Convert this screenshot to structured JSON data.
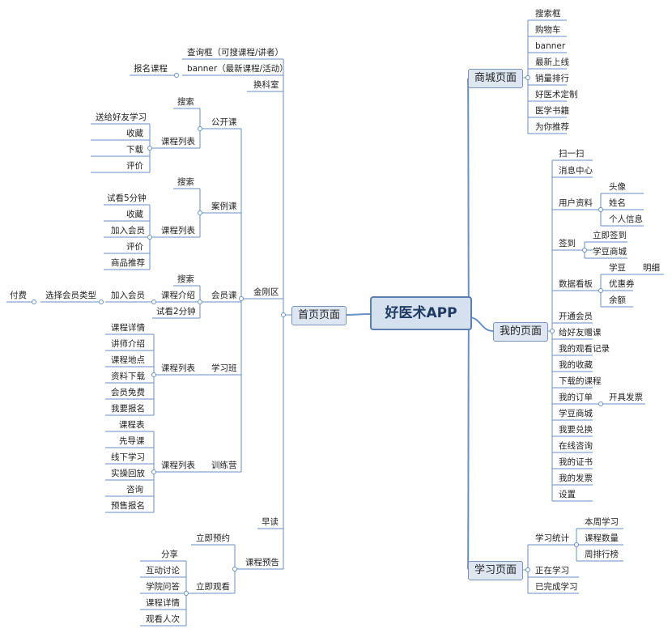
{
  "root": "好医术APP",
  "branches": {
    "mall": {
      "label": "商城页面",
      "items": [
        "搜索框",
        "购物车",
        "banner",
        "最新上线",
        "销量排行",
        "好医术定制",
        "医学书籍",
        "为你推荐"
      ]
    },
    "mine": {
      "label": "我的页面",
      "items": {
        "scan": "扫一扫",
        "messages": "消息中心",
        "profile": "用户资料",
        "profile_children": [
          "头像",
          "姓名",
          "个人信息"
        ],
        "signin": "签到",
        "signin_children": [
          "立即签到",
          "学豆商城"
        ],
        "dashboard": "数据看板",
        "dashboard_bean": "学豆",
        "dashboard_bean_child": "明细",
        "dashboard_coupon": "优惠券",
        "dashboard_balance": "余额",
        "vip": "开通会员",
        "gift": "给好友赠课",
        "history": "我的观看记录",
        "favorites": "我的收藏",
        "downloads": "下载的课程",
        "orders": "我的订单",
        "orders_child": "开具发票",
        "bean_mall": "学豆商城",
        "redeem": "我要兑换",
        "consult": "在线咨询",
        "certificates": "我的证书",
        "invoices": "我的发票",
        "settings": "设置"
      }
    },
    "study": {
      "label": "学习页面",
      "stats": "学习统计",
      "stats_children": [
        "本周学习",
        "课程数量",
        "周排行榜"
      ],
      "learning": "正在学习",
      "finished": "已完成学习"
    },
    "home": {
      "label": "首页页面",
      "search_box": "查询框（可搜课程/讲者）",
      "banner": "banner（最新课程/活动）",
      "banner_child": "报名课程",
      "change_room": "换科室",
      "jingang": "金刚区",
      "public": {
        "label": "公开课",
        "search": "搜索",
        "list": "课程列表",
        "list_items": [
          "送给好友学习",
          "收藏",
          "下载",
          "评价"
        ]
      },
      "case": {
        "label": "案例课",
        "search": "搜索",
        "list": "课程列表",
        "list_items": [
          "试看5分钟",
          "收藏",
          "加入会员",
          "评价",
          "商品推荐"
        ]
      },
      "member": {
        "label": "会员课",
        "search": "搜索",
        "intro": "课程介绍",
        "join": "加入会员",
        "choose": "选择会员类型",
        "pay": "付费",
        "trial": "试看2分钟"
      },
      "class": {
        "label": "学习班",
        "list": "课程列表",
        "list_items": [
          "课程详情",
          "讲师介绍",
          "课程地点",
          "资料下载",
          "会员免费",
          "我要报名"
        ]
      },
      "camp": {
        "label": "训练营",
        "list": "课程列表",
        "list_items": [
          "课程表",
          "先导课",
          "线下学习",
          "实操回放",
          "咨询",
          "预售报名"
        ]
      },
      "morning": "早读",
      "preview": {
        "label": "课程预告",
        "book": "立即预约",
        "watch": "立即观看",
        "watch_items": [
          "分享",
          "互动讨论",
          "学院问答",
          "课程详情",
          "观看人次"
        ]
      }
    }
  },
  "colors": {
    "line": "#6a8fc4",
    "box_fill": "#dde6f1",
    "box_border": "#7a93b8"
  }
}
